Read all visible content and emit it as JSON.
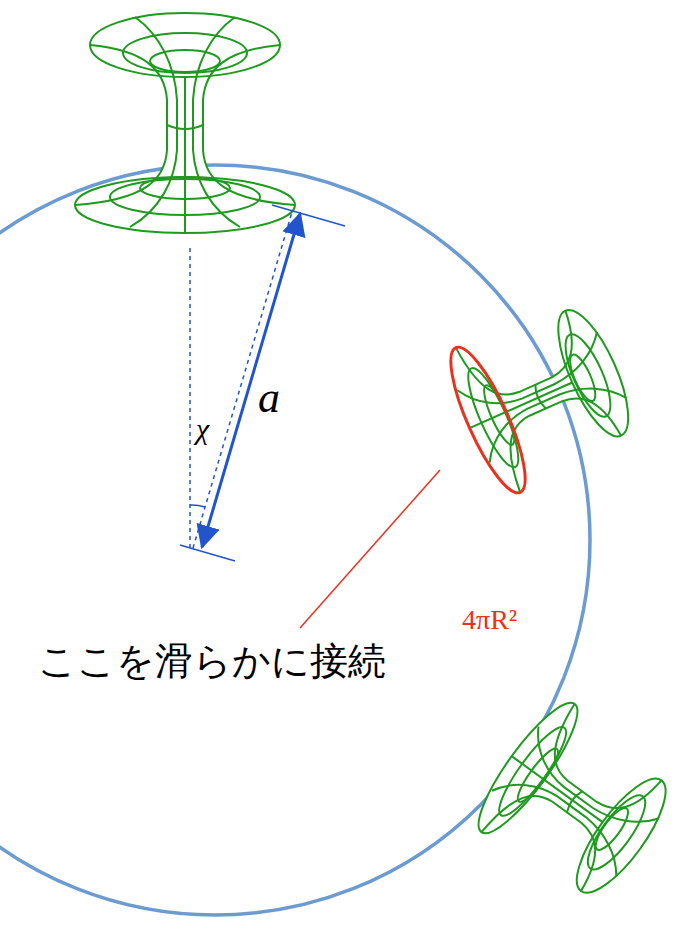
{
  "diagram": {
    "labels": [
      "a",
      "χ",
      "4πR²",
      "ここを滑らかに接続"
    ]
  }
}
